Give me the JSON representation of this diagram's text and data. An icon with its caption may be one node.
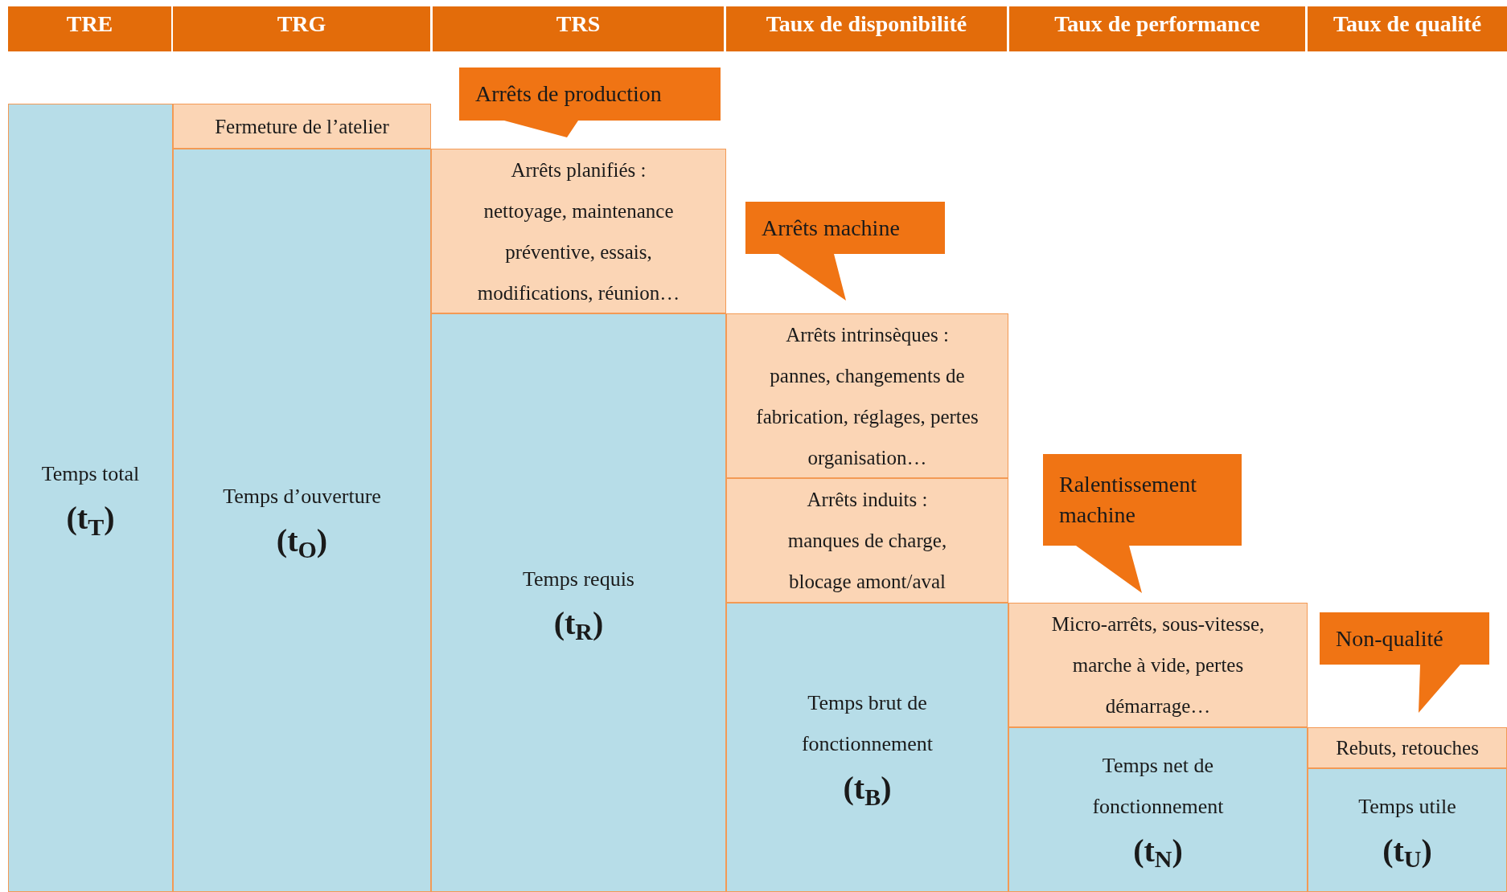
{
  "diagram": {
    "nodes": [
      {
        "text": [
          "TRE"
        ]
      },
      {
        "text": [
          "TRG"
        ]
      },
      {
        "text": [
          "TRS"
        ]
      },
      {
        "text": [
          "Taux de disponibilité"
        ]
      },
      {
        "text": [
          "Taux de performance"
        ]
      },
      {
        "text": [
          "Taux de qualité"
        ]
      },
      {
        "text": [
          "Temps total",
          "(t$_{T}$)"
        ]
      },
      {
        "text": [
          "Fermeture de l’atelier"
        ]
      },
      {
        "text": [
          "Temps d’ouverture",
          "(t$_{O}$)"
        ]
      },
      {
        "text": [
          "Arrêts de production"
        ]
      },
      {
        "text": [
          "Arrêts planifiés :",
          "nettoyage, maintenance préventive, essais, modifications, réunion…"
        ]
      },
      {
        "text": [
          "Temps requis",
          "(t$_{R}$)"
        ]
      },
      {
        "text": [
          "Arrêts machine"
        ]
      },
      {
        "text": [
          "Arrêts intrinsèques :",
          "pannes, changements de fabrication, réglages, pertes organisation…"
        ]
      },
      {
        "text": [
          "Arrêts induits :",
          "manques de charge, blocage amont/aval"
        ]
      },
      {
        "text": [
          "Temps brut de fonctionnement",
          "(t$_{B}$)"
        ]
      },
      {
        "text": [
          "Ralentissement machine"
        ]
      },
      {
        "text": [
          "Micro-arrêts, sous-vitesse, marche à vide, pertes démarrage…"
        ]
      },
      {
        "text": [
          "Temps net de fonctionnement",
          "(t$_{N}$)"
        ]
      },
      {
        "text": [
          "Non-qualité"
        ]
      },
      {
        "text": [
          "Rebuts, retouches"
        ]
      },
      {
        "text": [
          "Temps utile",
          "(t$_{U}$)"
        ]
      }
    ]
  }
}
